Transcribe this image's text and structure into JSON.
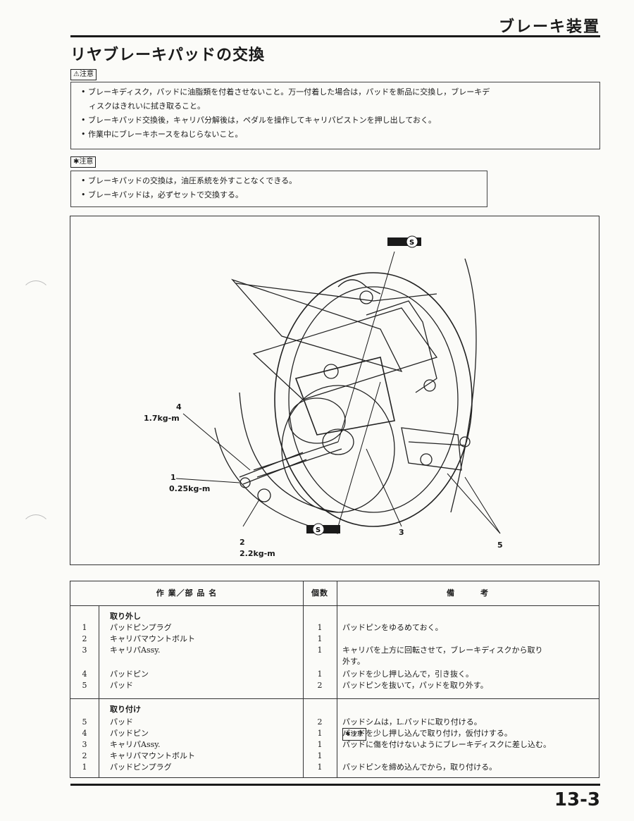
{
  "header": {
    "section": "ブレーキ装置",
    "title": "リヤブレーキパッドの交換"
  },
  "caution": {
    "badge": "⚠注意",
    "lines": [
      "• ブレーキディスク，パッドに油脂類を付着させないこと。万一付着した場合は，パッドを新品に交換し，ブレーキデ",
      "　ィスクはきれいに拭き取ること。",
      "• ブレーキパッド交換後，キャリパ分解後は，ペダルを操作してキャリパピストンを押し出しておく。",
      "• 作業中にブレーキホースをねじらないこと。"
    ]
  },
  "note": {
    "badge": "✱注意",
    "lines": [
      "• ブレーキパッドの交換は，油圧系統を外すことなくできる。",
      "• ブレーキパッドは，必ずセットで交換する。"
    ]
  },
  "figure": {
    "callouts": [
      {
        "num": "4",
        "torque": "1.7kg-m"
      },
      {
        "num": "1",
        "torque": "0.25kg-m"
      },
      {
        "num": "2",
        "torque": "2.2kg-m"
      },
      {
        "num": "3"
      },
      {
        "num": "5"
      }
    ],
    "grease_label": "S"
  },
  "table": {
    "headers": {
      "name": "作 業／部 品 名",
      "qty": "個数",
      "remarks": "備　　　考"
    },
    "removal": {
      "title": "取り外し",
      "rows": [
        {
          "no": "1",
          "name": "パッドピンプラグ",
          "qty": "1",
          "remark": "パッドピンをゆるめておく。"
        },
        {
          "no": "2",
          "name": "キャリパマウントボルト",
          "qty": "1",
          "remark": ""
        },
        {
          "no": "3",
          "name": "キャリパAssy.",
          "qty": "1",
          "remark": "キャリパを上方に回転させて，ブレーキディスクから取り",
          "remark2": "外す。"
        },
        {
          "no": "4",
          "name": "パッドピン",
          "qty": "1",
          "remark": "パッドを少し押し込んで，引き抜く。"
        },
        {
          "no": "5",
          "name": "パッド",
          "qty": "2",
          "remark": "パッドピンを抜いて，パッドを取り外す。"
        }
      ]
    },
    "install": {
      "title": "取り付け",
      "rows": [
        {
          "no": "5",
          "name": "パッド",
          "qty": "2",
          "remark": "パッドシムは，L.パッドに取り付ける。"
        },
        {
          "no": "4",
          "name": "パッドピン",
          "qty": "1",
          "badge": "✱注意",
          "remark": "パッドを少し押し込んで取り付け，仮付けする。"
        },
        {
          "no": "3",
          "name": "キャリパAssy.",
          "qty": "1",
          "remark": "パッドに傷を付けないようにブレーキディスクに差し込む。"
        },
        {
          "no": "2",
          "name": "キャリパマウントボルト",
          "qty": "1",
          "remark": ""
        },
        {
          "no": "1",
          "name": "パッドピンプラグ",
          "qty": "1",
          "remark": "パッドピンを締め込んでから，取り付ける。"
        }
      ]
    }
  },
  "page_number": "13-3"
}
